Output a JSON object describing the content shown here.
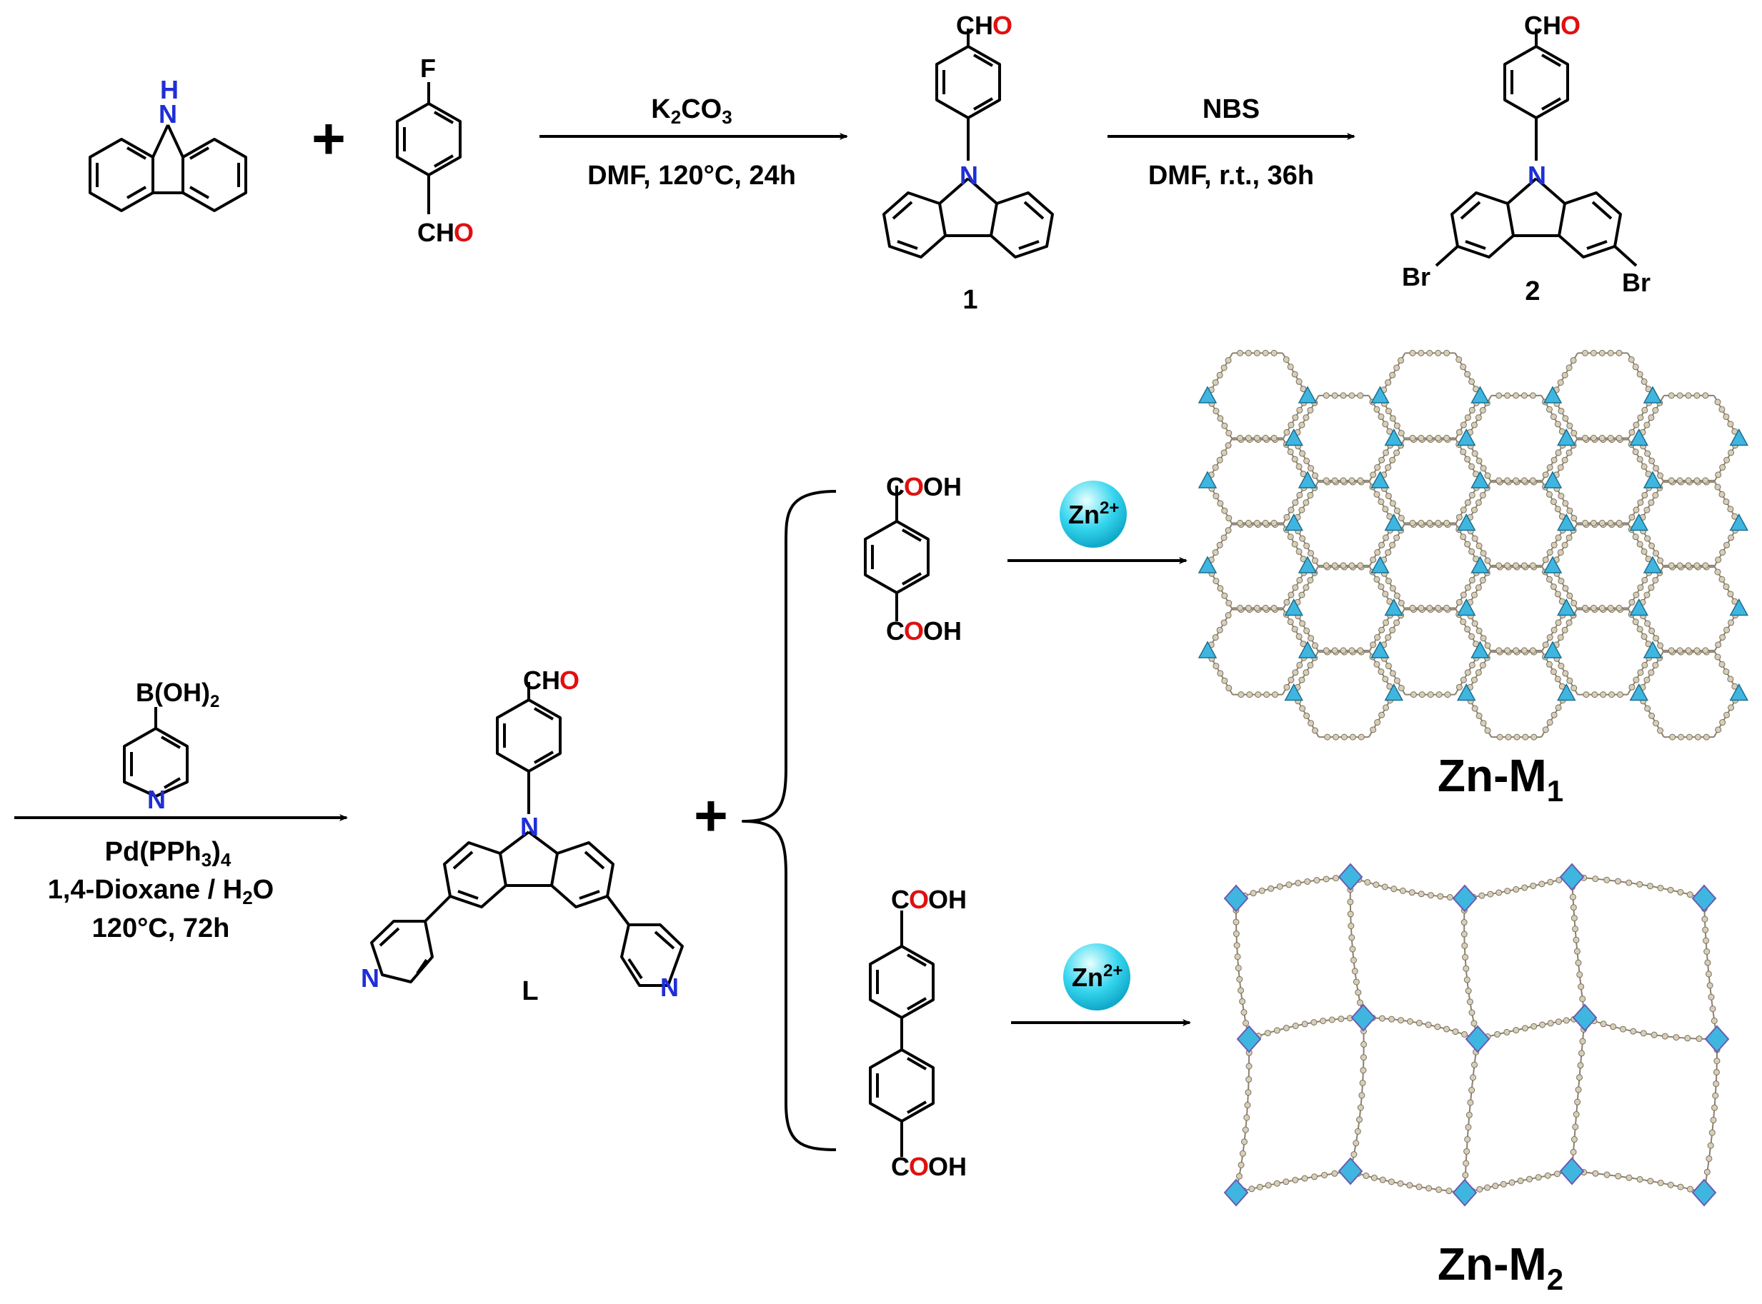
{
  "atoms": {
    "N": "N",
    "NH": "H",
    "F": "F",
    "Br": "Br",
    "B_OH_2": "B(OH)",
    "sub2": "2",
    "CH": "CH",
    "O": "O",
    "C": "C",
    "OH": "OH"
  },
  "colors": {
    "bond": "#000000",
    "nitrogen": "#1f2fd6",
    "oxygen": "#e01010",
    "zn_sphere_top": "#d8ffff",
    "zn_sphere_bottom": "#19c7e6",
    "polyhedron": "#3fb6e0",
    "framework_atom": "#d8cfb8"
  },
  "reactions": {
    "step1": {
      "reagent_main": "K",
      "reagent_sub1": "2",
      "reagent_mid": "CO",
      "reagent_sub2": "3",
      "conditions": "DMF, 120°C, 24h"
    },
    "step2": {
      "reagent": "NBS",
      "conditions": "DMF, r.t., 36h"
    },
    "step3": {
      "reagent_pd": "Pd(PPh",
      "reagent_pd_sub": "3",
      "reagent_pd_end": ")",
      "reagent_pd_sub2": "4",
      "solvent_a": "1,4-Dioxane / H",
      "solvent_sub": "2",
      "solvent_b": "O",
      "conditions": "120°C, 72h"
    },
    "zn1": {
      "metal": "Zn",
      "charge": "2+"
    },
    "zn2": {
      "metal": "Zn",
      "charge": "2+"
    }
  },
  "compounds": {
    "c1": "1",
    "c2": "2",
    "L": "L"
  },
  "plus_signs": [
    "+",
    "+"
  ],
  "products": {
    "m1_main": "Zn-M",
    "m1_sub": "1",
    "m2_main": "Zn-M",
    "m2_sub": "2"
  }
}
